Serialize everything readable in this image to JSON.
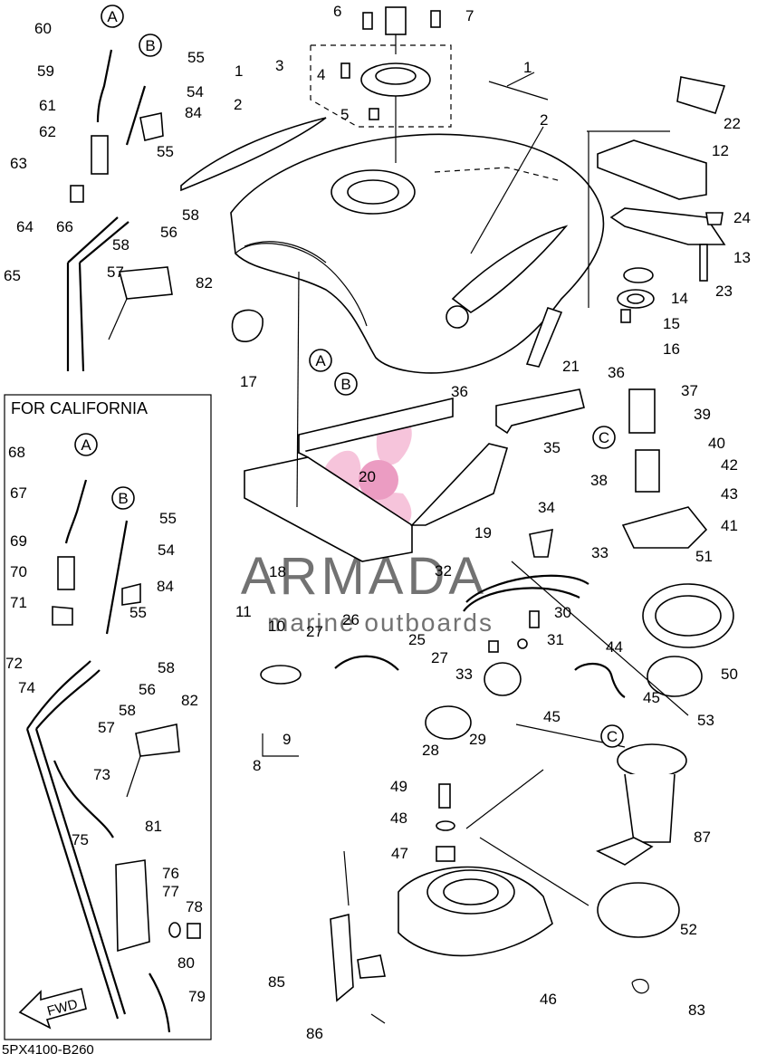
{
  "california_box_title": "FOR CALIFORNIA",
  "diagram_code": "5PX4100-B260",
  "watermark": {
    "brand": "ARMADA",
    "tagline": "marine outboards",
    "accent": "#e88bb8"
  },
  "fwd_label": "FWD",
  "connector_labels": [
    "A",
    "B",
    "C"
  ],
  "main_part_numbers": [
    "1",
    "2",
    "3",
    "4",
    "5",
    "6",
    "7",
    "8",
    "9",
    "10",
    "11",
    "12",
    "13",
    "14",
    "15",
    "16",
    "17",
    "18",
    "19",
    "20",
    "21",
    "22",
    "23",
    "24",
    "25",
    "26",
    "27",
    "28",
    "29",
    "30",
    "31",
    "32",
    "33",
    "34",
    "35",
    "36",
    "37",
    "38",
    "39",
    "40",
    "41",
    "42",
    "43",
    "44",
    "45",
    "46",
    "47",
    "48",
    "49",
    "50",
    "51",
    "52",
    "53",
    "54",
    "55",
    "56",
    "57",
    "58",
    "59",
    "60",
    "61",
    "62",
    "63",
    "64",
    "65",
    "66",
    "82",
    "83",
    "84",
    "85",
    "86",
    "87"
  ],
  "california_part_numbers": [
    "54",
    "55",
    "56",
    "57",
    "58",
    "67",
    "68",
    "69",
    "70",
    "71",
    "72",
    "73",
    "74",
    "75",
    "76",
    "77",
    "78",
    "79",
    "80",
    "81",
    "82",
    "84"
  ]
}
